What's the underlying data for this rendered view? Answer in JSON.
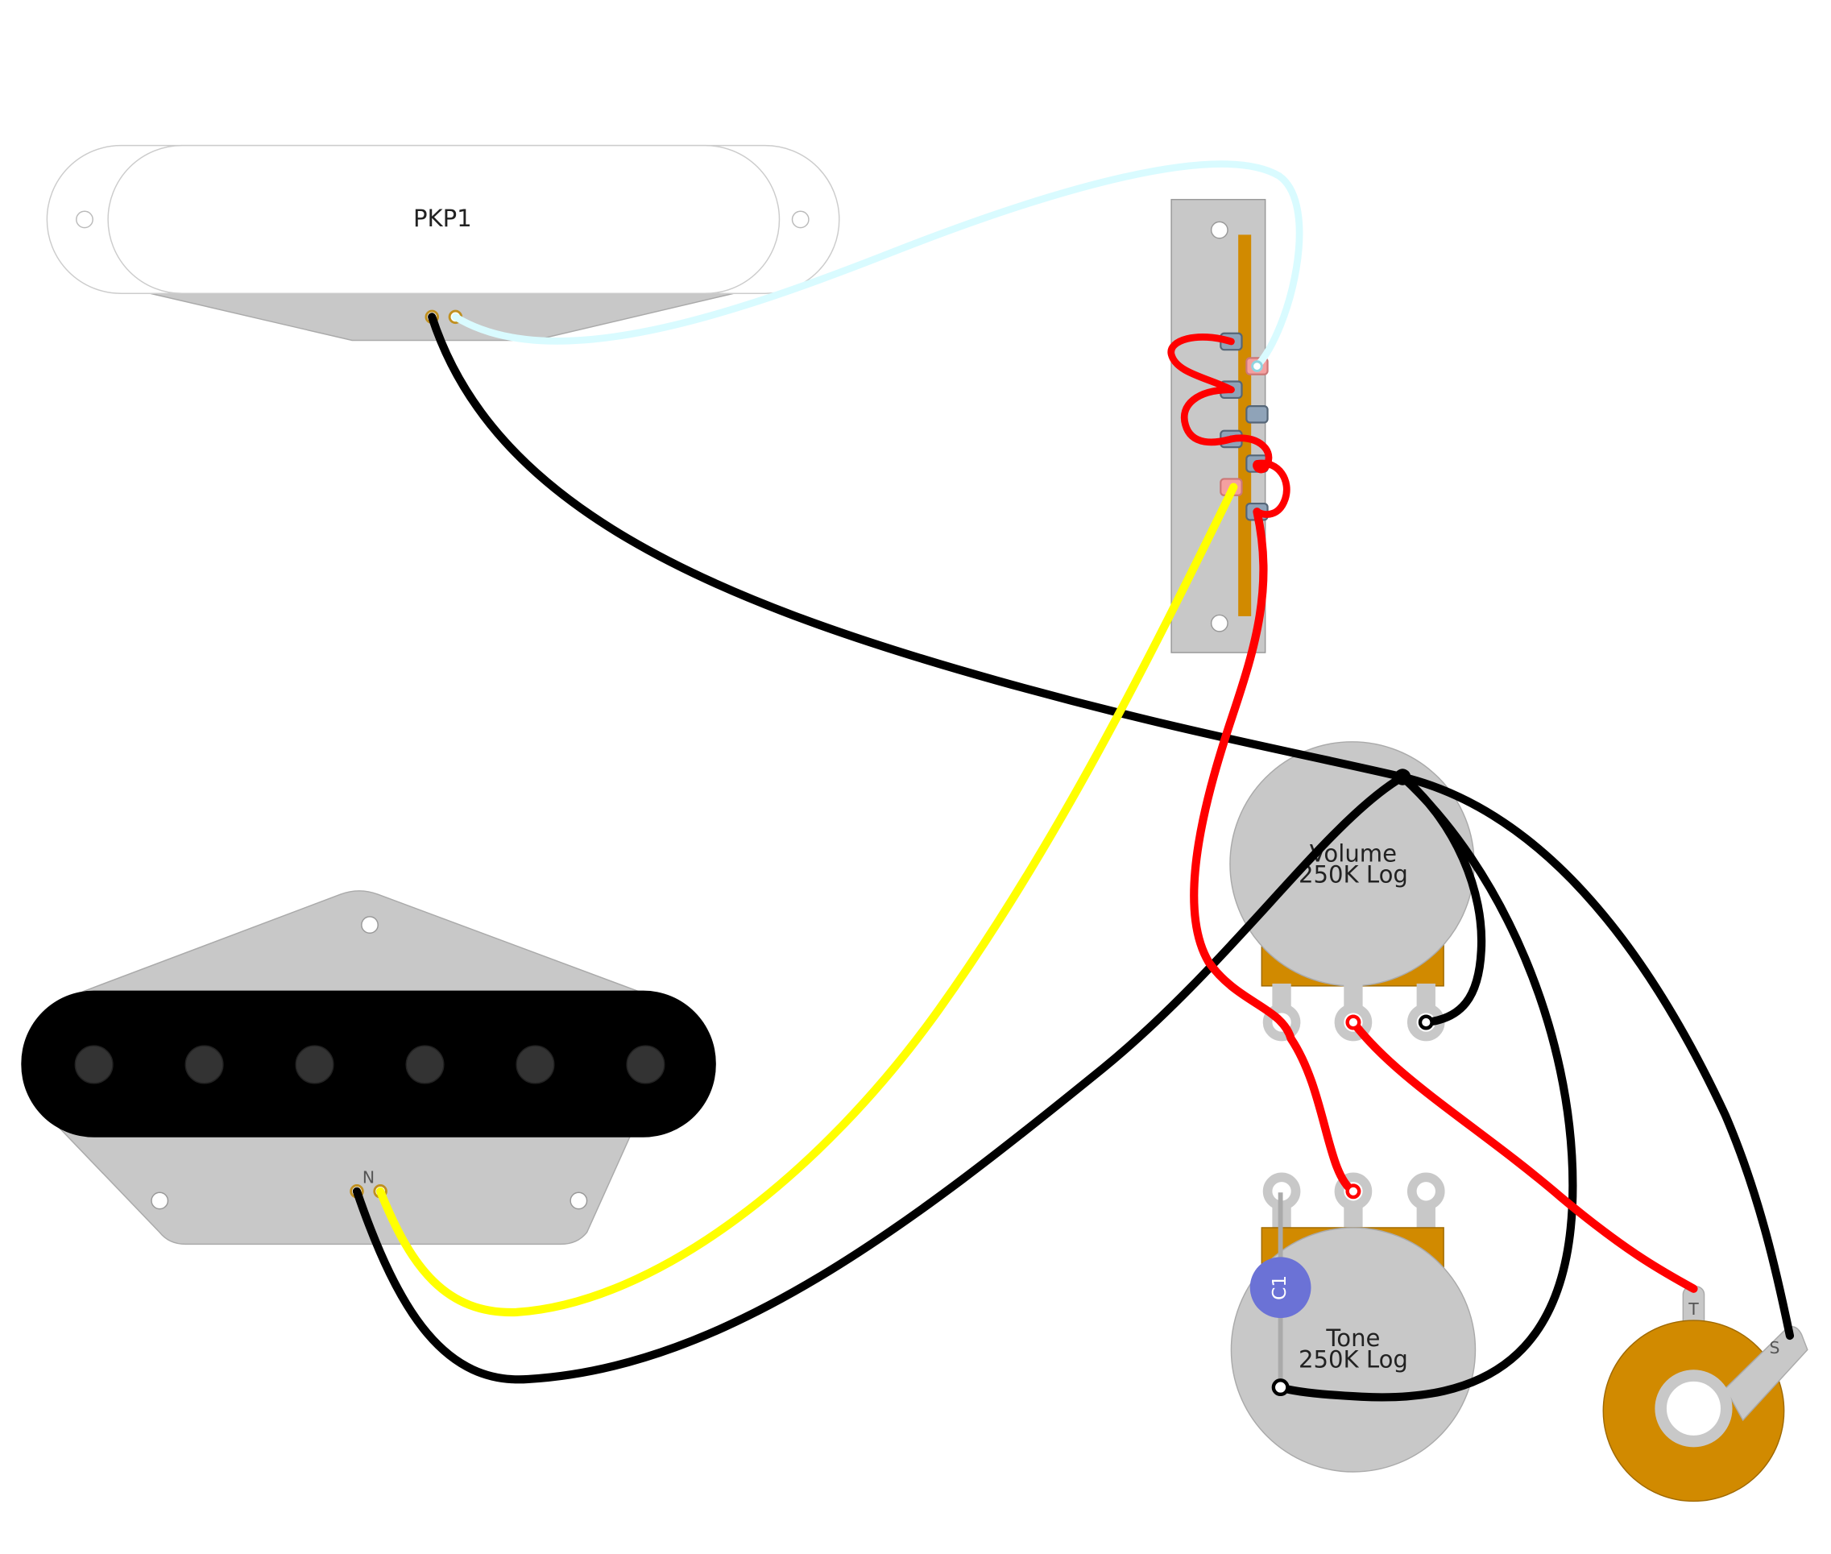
{
  "neck_pickup": {
    "label": "PKP1"
  },
  "bridge_pickup": {
    "terminal_label": "N"
  },
  "volume_pot": {
    "name": "Volume",
    "value": "250K Log"
  },
  "tone_pot": {
    "name": "Tone",
    "value": "250K Log"
  },
  "capacitor": {
    "label": "C1"
  },
  "jack": {
    "tip_label": "T",
    "sleeve_label": "S"
  },
  "colors": {
    "ground_wire": "#000000",
    "hot_wire": "#ff0000",
    "neck_hot_wire": "#d9fbff",
    "bridge_hot_wire": "#ffff00",
    "pot_body": "#c8c8c8",
    "pot_casing": "#d18a00",
    "capacitor": "#6b72d6"
  }
}
